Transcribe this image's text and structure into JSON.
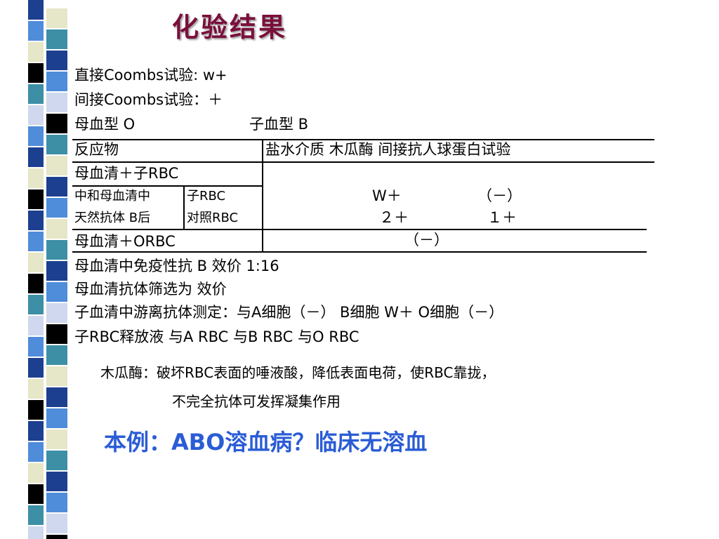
{
  "slide": {
    "title": "化验结果",
    "lines": [
      "直接Coombs试验:  w+",
      "间接Coombs试验：＋",
      "母血型  O",
      "子血型 B"
    ],
    "table": {
      "header": {
        "reagent": "反应物",
        "cols": "盐水介质   木瓜酶    间接抗人球蛋白试验"
      },
      "row1": "母血清＋子RBC",
      "row2_left": "中和母血清中",
      "row2_mid": "子RBC",
      "row3_left": "天然抗体 B后",
      "row3_mid": "对照RBC",
      "row2_vals": [
        "W＋",
        "（－）"
      ],
      "row3_vals": [
        "２＋",
        "１＋"
      ],
      "row4": "母血清＋ORBC",
      "row4_val": "（－）"
    },
    "after": [
      "母血清中免疫性抗   B      效价   1:16",
      "母血清抗体筛选为              效价",
      "子血清中游离抗体测定：与A细胞（－） B细胞 W＋  O细胞（－）",
      "子RBC释放液  与A RBC       与B RBC         与O RBC"
    ],
    "note": [
      "木瓜酶：破坏RBC表面的唾液酸，降低表面电荷，使RBC靠拢，",
      "不完全抗体可发挥凝集作用"
    ],
    "conclusion": "本例：ABO溶血病？临床无溶血"
  },
  "stripe_colors": [
    "#1c3f8f",
    "#4f8cd9",
    "#e6e6c8",
    "#000000",
    "#3d8fa6",
    "#cfd8ee"
  ]
}
